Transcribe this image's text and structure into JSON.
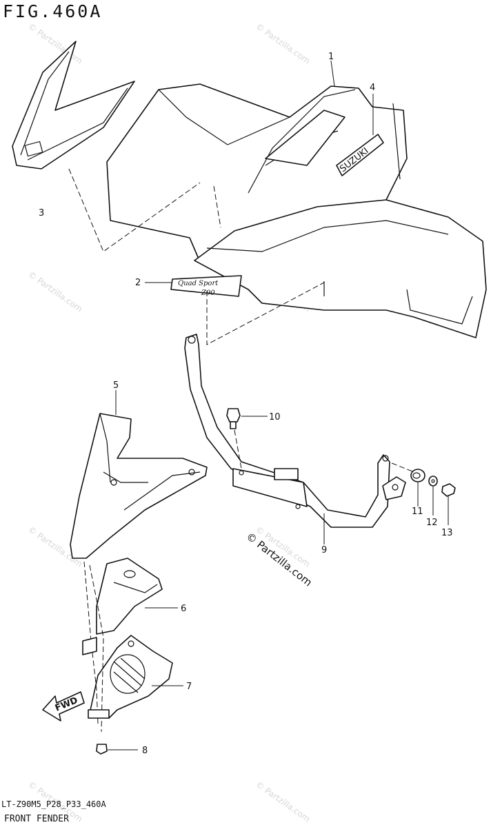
{
  "figure_title": "FIG.460A",
  "model_code": "LT-Z90M5_P28_P33_460A",
  "caption": "FRONT FENDER",
  "watermark": "© Partzilla.com",
  "parts": [
    {
      "id": "1"
    },
    {
      "id": "2"
    },
    {
      "id": "3"
    },
    {
      "id": "4"
    },
    {
      "id": "5"
    },
    {
      "id": "6"
    },
    {
      "id": "7"
    },
    {
      "id": "8"
    },
    {
      "id": "9"
    },
    {
      "id": "10"
    },
    {
      "id": "11"
    },
    {
      "id": "12"
    },
    {
      "id": "13"
    }
  ],
  "decal_texts": {
    "brand": "SUZUKI",
    "model": "Quad Sport",
    "model_number": "Z90",
    "direction": "FWD"
  }
}
